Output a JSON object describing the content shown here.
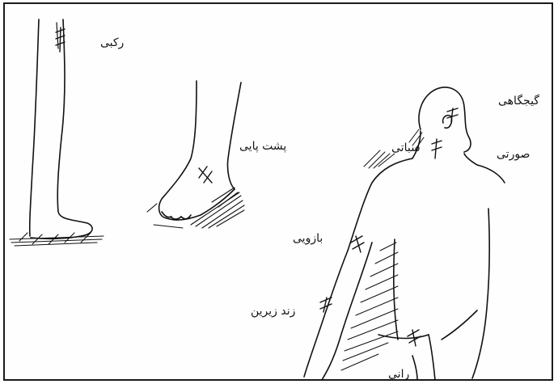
{
  "labels": {
    "knee": "رکبی",
    "dorsal_foot": "پشت پایی",
    "temporal": "گیجگاهی",
    "facial": "صورتی",
    "subclavian": "سباتی",
    "brachial": "بازویی",
    "radial": "زند زیرین",
    "femoral": "رانی"
  },
  "colors": {
    "ink": "#111111",
    "border": "#1a1a1a",
    "background": "#ffffff"
  }
}
